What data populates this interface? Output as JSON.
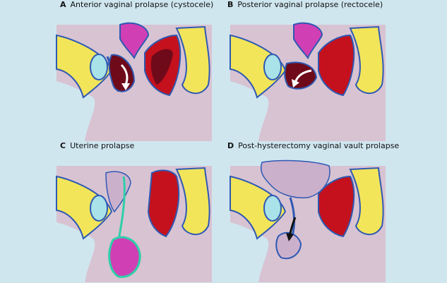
{
  "panels": [
    {
      "letter": "A",
      "title": "Anterior vaginal prolapse (cystocele)"
    },
    {
      "letter": "B",
      "title": "Posterior vaginal prolapse (rectocele)"
    },
    {
      "letter": "C",
      "title": "Uterine prolapse"
    },
    {
      "letter": "D",
      "title": "Post-hysterectomy vaginal vault prolapse"
    }
  ],
  "colors": {
    "background": "#cfe6ef",
    "skin": "#d8c3d2",
    "bone_fill": "#f3e55a",
    "bone_outline": "#2e59b3",
    "bladder": "#a9e2e8",
    "uterus": "#d13fb5",
    "rectum": "#c4111d",
    "rectum_dark": "#6f0a1a",
    "vagina_outline": "#2fcfa8",
    "bowel": "#cbb0cc",
    "arrow_white": "#ffffff",
    "arrow_black": "#111111"
  }
}
